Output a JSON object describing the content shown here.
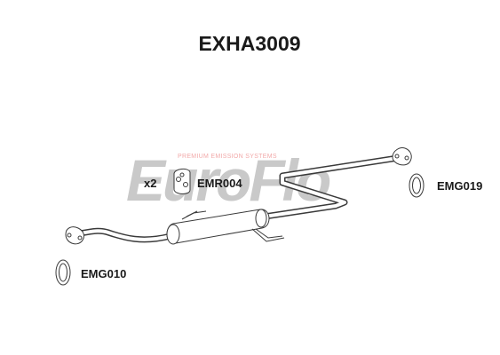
{
  "title": "EXHA3009",
  "watermark": {
    "brand": "EuroFlo",
    "tagline": "PREMIUM EMISSION SYSTEMS",
    "colors": {
      "main": "#c8c8c8",
      "accent": "#f2b5b5"
    }
  },
  "parts": [
    {
      "id": "pipe",
      "code": "EXHA3009"
    },
    {
      "id": "rubber",
      "code": "EMR004",
      "quantity": "x2"
    },
    {
      "id": "gasket-rear",
      "code": "EMG019"
    },
    {
      "id": "gasket-front",
      "code": "EMG010"
    }
  ],
  "labels": {
    "quantity": "x2",
    "rubber": "EMR004",
    "gasket_rear": "EMG019",
    "gasket_front": "EMG010"
  }
}
